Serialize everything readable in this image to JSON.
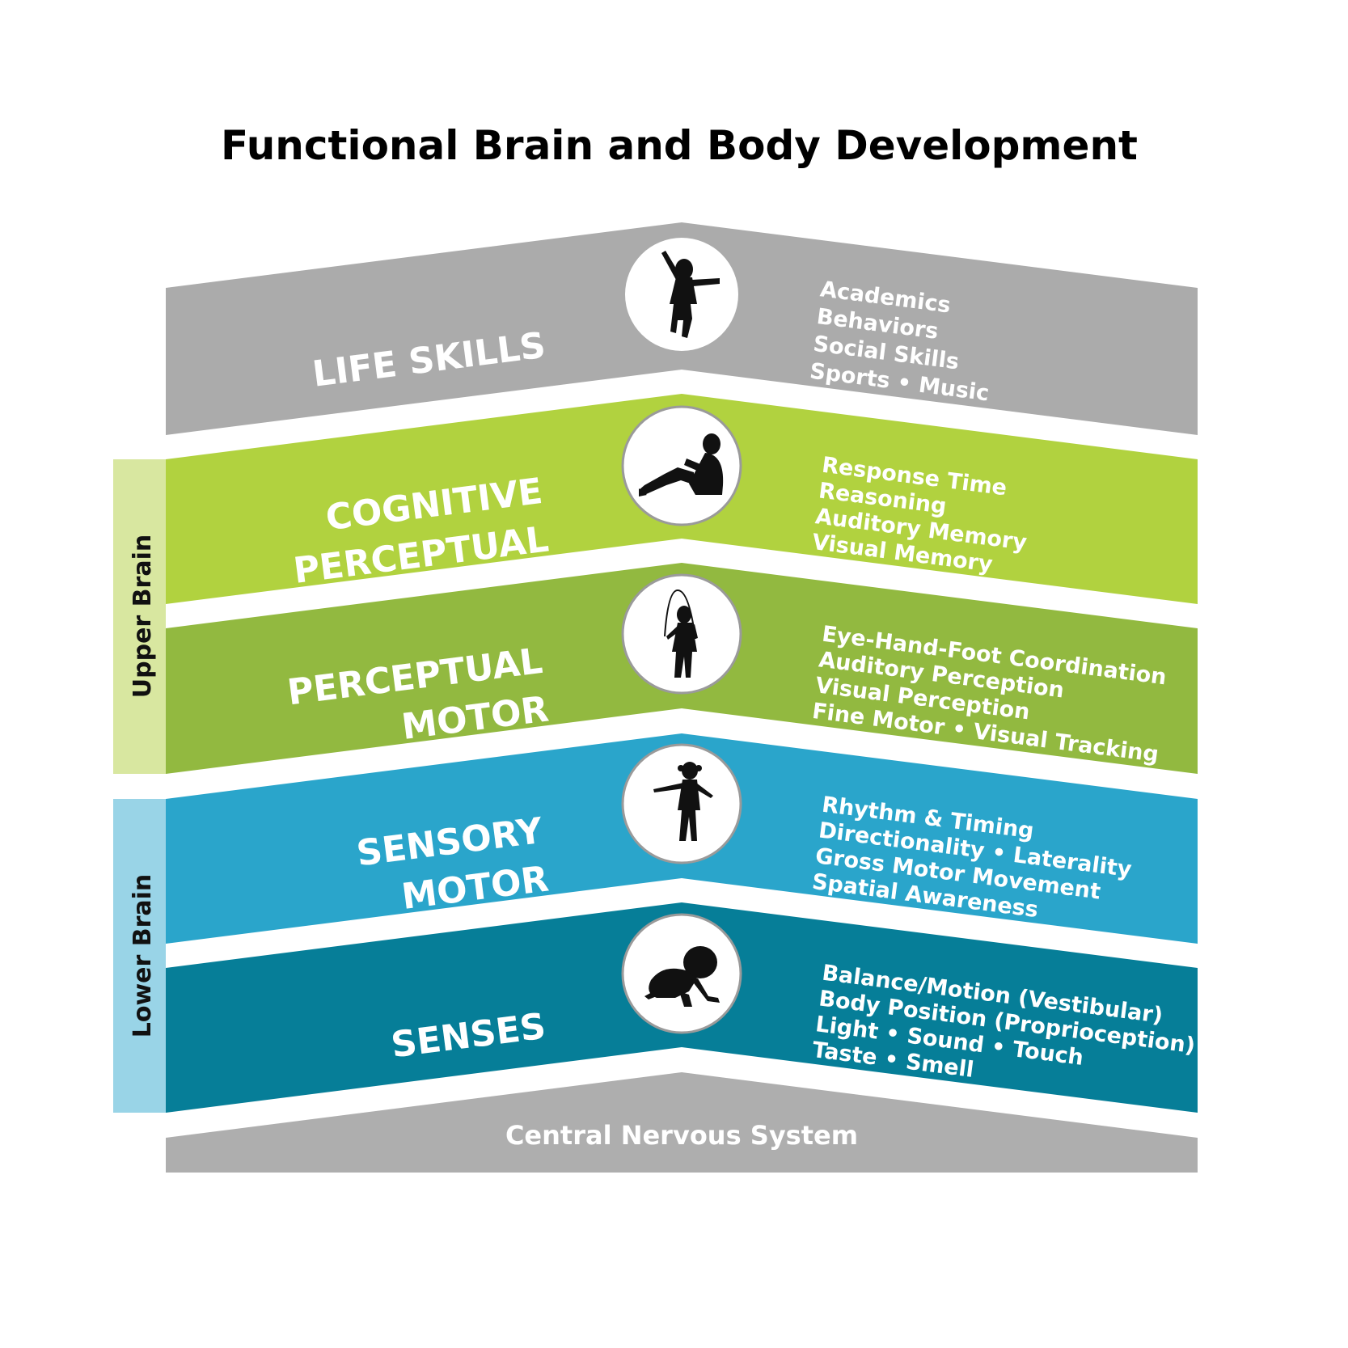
{
  "title": "Functional Brain and Body Development",
  "colors": {
    "life_skills": "#ababab",
    "cognitive": "#b1d23f",
    "perceptual_motor": "#92b940",
    "sensory_motor": "#2aa5cb",
    "senses": "#067e98",
    "cns": "#aeaeae",
    "upper_bracket": "#d8e7a0",
    "lower_bracket": "#99d4e7"
  },
  "side_labels": {
    "upper": "Upper Brain",
    "lower": "Lower Brain"
  },
  "bands": [
    {
      "title_lines": [
        "LIFE SKILLS"
      ],
      "icon": "jumping-child-icon",
      "items": [
        "Academics",
        "Behaviors",
        "Social Skills",
        "Sports • Music"
      ]
    },
    {
      "title_lines": [
        "COGNITIVE",
        "PERCEPTUAL"
      ],
      "icon": "reading-child-icon",
      "items": [
        "Response Time",
        "Reasoning",
        "Auditory Memory",
        "Visual Memory"
      ]
    },
    {
      "title_lines": [
        "PERCEPTUAL",
        "MOTOR"
      ],
      "icon": "jump-rope-child-icon",
      "items": [
        "Eye-Hand-Foot Coordination",
        "Auditory Perception",
        "Visual Perception",
        "Fine Motor • Visual Tracking"
      ]
    },
    {
      "title_lines": [
        "SENSORY",
        "MOTOR"
      ],
      "icon": "walking-toddler-icon",
      "items": [
        "Rhythm & Timing",
        "Directionality • Laterality",
        "Gross Motor Movement",
        "Spatial Awareness"
      ]
    },
    {
      "title_lines": [
        "SENSES"
      ],
      "icon": "crawling-baby-icon",
      "items": [
        "Balance/Motion (Vestibular)",
        "Body Position (Proprioception)",
        "Light • Sound • Touch",
        "Taste • Smell"
      ]
    }
  ],
  "cns_label": "Central Nervous System"
}
